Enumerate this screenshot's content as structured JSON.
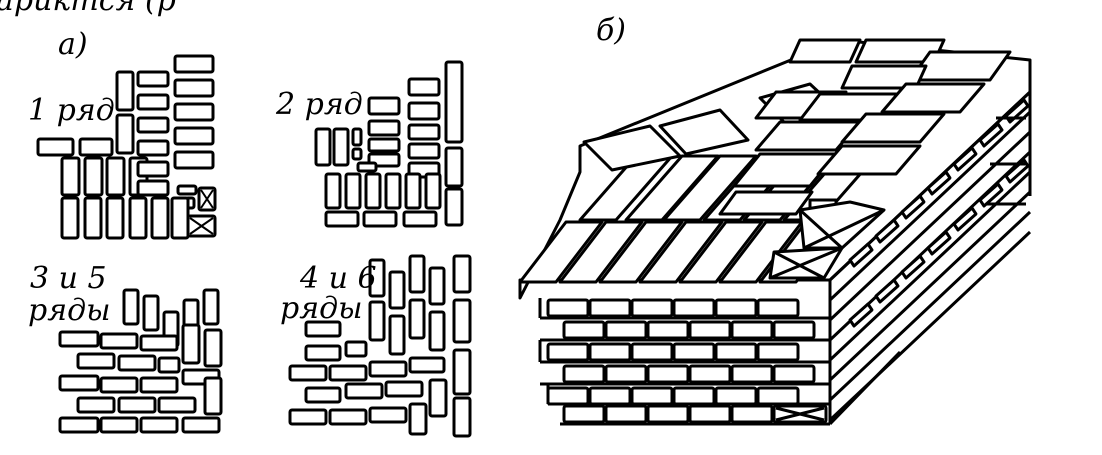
{
  "header_fragment": "ариктся (р",
  "panel_a": {
    "marker": "а)",
    "rows": [
      {
        "label_line1": "1 ряд",
        "label_line2": ""
      },
      {
        "label_line1": "2 ряд",
        "label_line2": ""
      },
      {
        "label_line1": "3 и 5",
        "label_line2": "ряды"
      },
      {
        "label_line1": "4 и 6",
        "label_line2": "ряды"
      }
    ]
  },
  "panel_b": {
    "marker": "б)"
  },
  "colors": {
    "ink": "#000000",
    "paper": "#ffffff"
  }
}
